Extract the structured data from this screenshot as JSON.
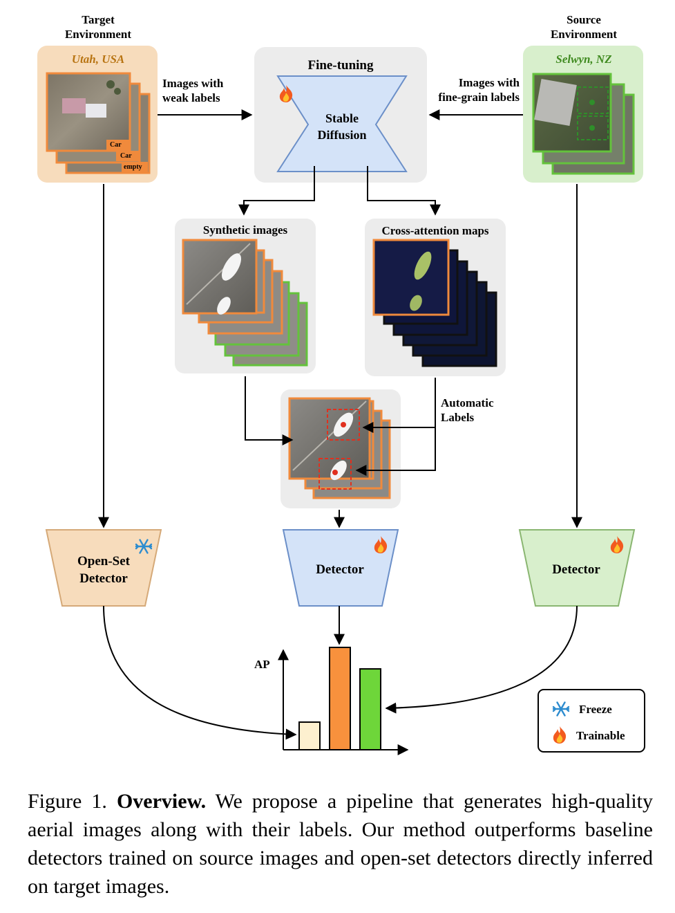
{
  "target": {
    "header": "Target\nEnvironment",
    "place": "Utah, USA",
    "tags": [
      "Car",
      "Car",
      "empty"
    ]
  },
  "source": {
    "header": "Source\nEnvironment",
    "place": "Selwyn, NZ"
  },
  "edges": {
    "weak_labels": "Images with\nweak labels",
    "fine_labels": "Images with\nfine-grain labels",
    "automatic_labels": "Automatic\nLabels"
  },
  "finetune": {
    "title": "Fine-tuning",
    "model": "Stable\nDiffusion"
  },
  "synthetic": {
    "title": "Synthetic images"
  },
  "crossattn": {
    "title": "Cross-attention maps"
  },
  "detectors": {
    "left": "Open-Set\nDetector",
    "middle": "Detector",
    "right": "Detector"
  },
  "chart": {
    "ylabel": "AP",
    "bars": [
      {
        "value": 0.27,
        "color": "#fdf0cf"
      },
      {
        "value": 1.0,
        "color": "#f8913d"
      },
      {
        "value": 0.79,
        "color": "#6ed63a"
      }
    ]
  },
  "legend": {
    "freeze": "Freeze",
    "trainable": "Trainable"
  },
  "caption": {
    "prefix": "Figure 1.",
    "bold": "Overview.",
    "text": "We propose a pipeline that generates high-quality aerial images along with their labels. Our method outperforms baseline detectors trained on source images and open-set detectors directly inferred on target images."
  }
}
